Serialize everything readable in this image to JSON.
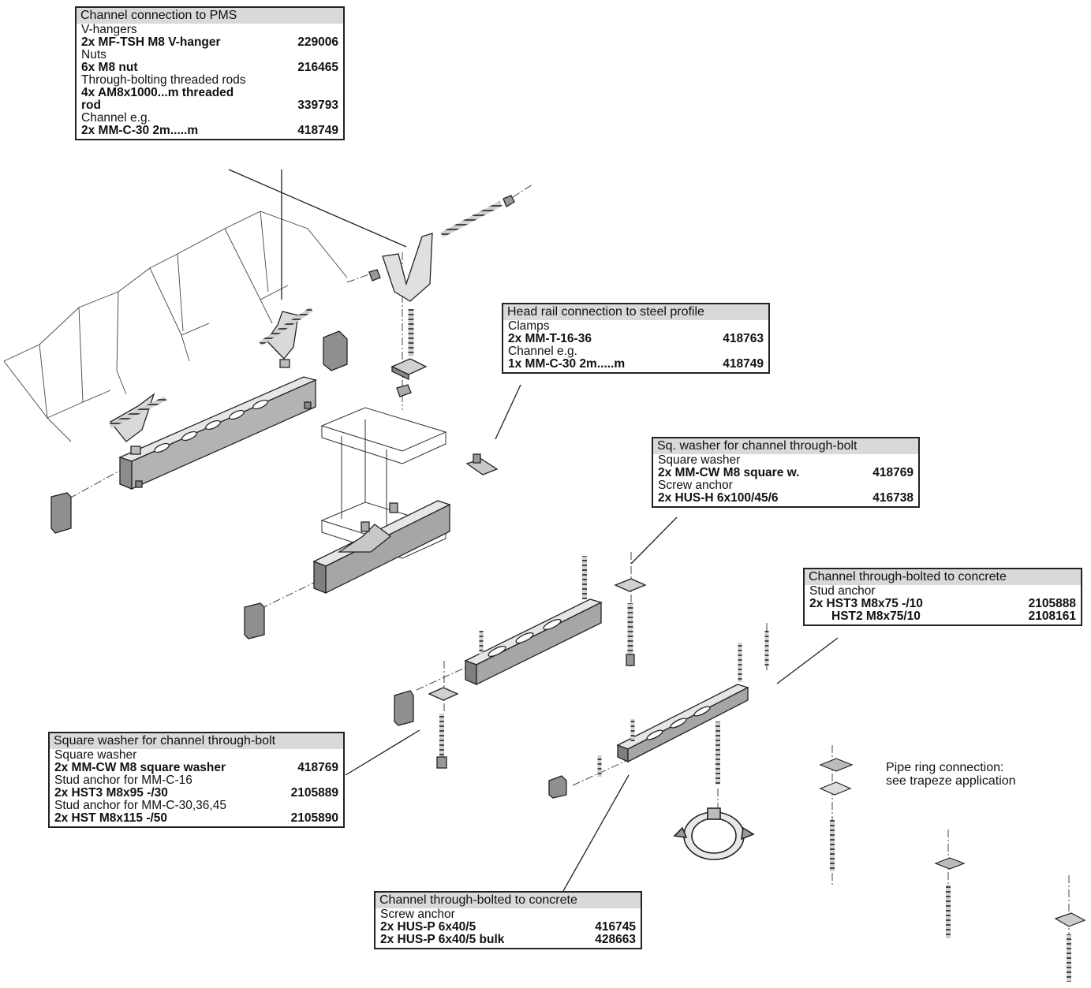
{
  "boxes": {
    "pms": {
      "title": "Channel  connection to PMS",
      "rows": [
        {
          "cat": "V-hangers"
        },
        {
          "item": "2x MF-TSH M8 V-hanger",
          "code": "229006"
        },
        {
          "cat": "Nuts"
        },
        {
          "item": "6x M8 nut",
          "code": "216465"
        },
        {
          "cat": "Through-bolting threaded rods"
        },
        {
          "item": "4x AM8x1000...m threaded",
          "code": ""
        },
        {
          "item": "rod",
          "code": "339793"
        },
        {
          "cat": "Channel e.g."
        },
        {
          "item": "2x MM-C-30 2m.....m",
          "code": "418749"
        }
      ]
    },
    "steel": {
      "title": "Head rail connection to steel profile",
      "rows": [
        {
          "cat": "Clamps"
        },
        {
          "item": "2x MM-T-16-36",
          "code": "418763"
        },
        {
          "cat": "Channel e.g."
        },
        {
          "item": "1x MM-C-30 2m.....m",
          "code": "418749"
        }
      ]
    },
    "sq_washer": {
      "title": "Sq. washer for channel through-bolt",
      "rows": [
        {
          "cat": "Square washer"
        },
        {
          "item": "2x MM-CW M8 square w.",
          "code": "418769"
        },
        {
          "cat": "Screw anchor"
        },
        {
          "item": "2x HUS-H 6x100/45/6",
          "code": "416738"
        }
      ]
    },
    "concrete_stud": {
      "title": "Channel through-bolted to concrete",
      "rows": [
        {
          "cat": "Stud anchor"
        },
        {
          "item": "2x HST3 M8x75 -/10",
          "code": "2105888"
        },
        {
          "item": "HST2 M8x75/10",
          "code": "2108161",
          "indent": true
        }
      ]
    },
    "square_washer": {
      "title": "Square washer for channel through-bolt",
      "rows": [
        {
          "cat": "Square washer"
        },
        {
          "item": "2x MM-CW M8 square washer",
          "code": "418769"
        },
        {
          "cat": "Stud anchor for MM-C-16"
        },
        {
          "item": "2x HST3 M8x95 -/30",
          "code": "2105889"
        },
        {
          "cat": "Stud anchor for MM-C-30,36,45"
        },
        {
          "item": "2x HST M8x115 -/50",
          "code": "2105890"
        }
      ]
    },
    "concrete_screw": {
      "title": "Channel through-bolted to concrete",
      "rows": [
        {
          "cat": "Screw anchor"
        },
        {
          "item": "2x HUS-P 6x40/5",
          "code": "416745"
        },
        {
          "item": "2x HUS-P 6x40/5 bulk",
          "code": "428663"
        }
      ]
    }
  },
  "pipe_note": {
    "line1": "Pipe ring connection:",
    "line2": "see trapeze application"
  },
  "colors": {
    "header_fill": "#d9d9d9",
    "line": "#222222",
    "metal_light": "#e6e6e6",
    "metal_mid": "#b3b3b3",
    "metal_dark": "#6e6e6e"
  }
}
